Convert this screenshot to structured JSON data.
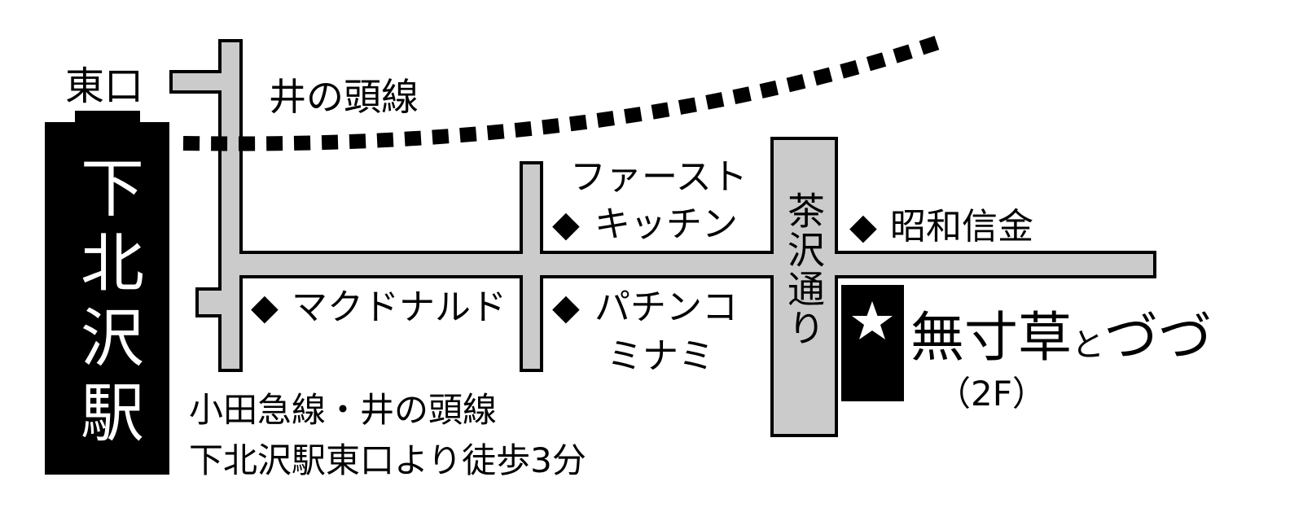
{
  "map": {
    "station": {
      "name": "下北沢駅",
      "exit": "東口"
    },
    "lines": {
      "inokashira_label": "井の頭線"
    },
    "streets": {
      "chazawa": "茶沢通り"
    },
    "landmarks": [
      {
        "marker": "◆",
        "lines": [
          "ファースト",
          "キッチン"
        ]
      },
      {
        "marker": "◆",
        "lines": [
          "昭和信金"
        ]
      },
      {
        "marker": "◆",
        "lines": [
          "マクドナルド"
        ]
      },
      {
        "marker": "◆",
        "lines": [
          "パチンコ",
          "ミナミ"
        ]
      }
    ],
    "destination": {
      "icon": "star-icon",
      "name_main": "無寸草",
      "name_small": "と",
      "name_tail": "づづ",
      "floor": "（2F）"
    },
    "directions": [
      "小田急線・井の頭線",
      "下北沢駅東口より徒歩3分"
    ],
    "colors": {
      "road": "#cacbca",
      "ink": "#000000"
    }
  }
}
